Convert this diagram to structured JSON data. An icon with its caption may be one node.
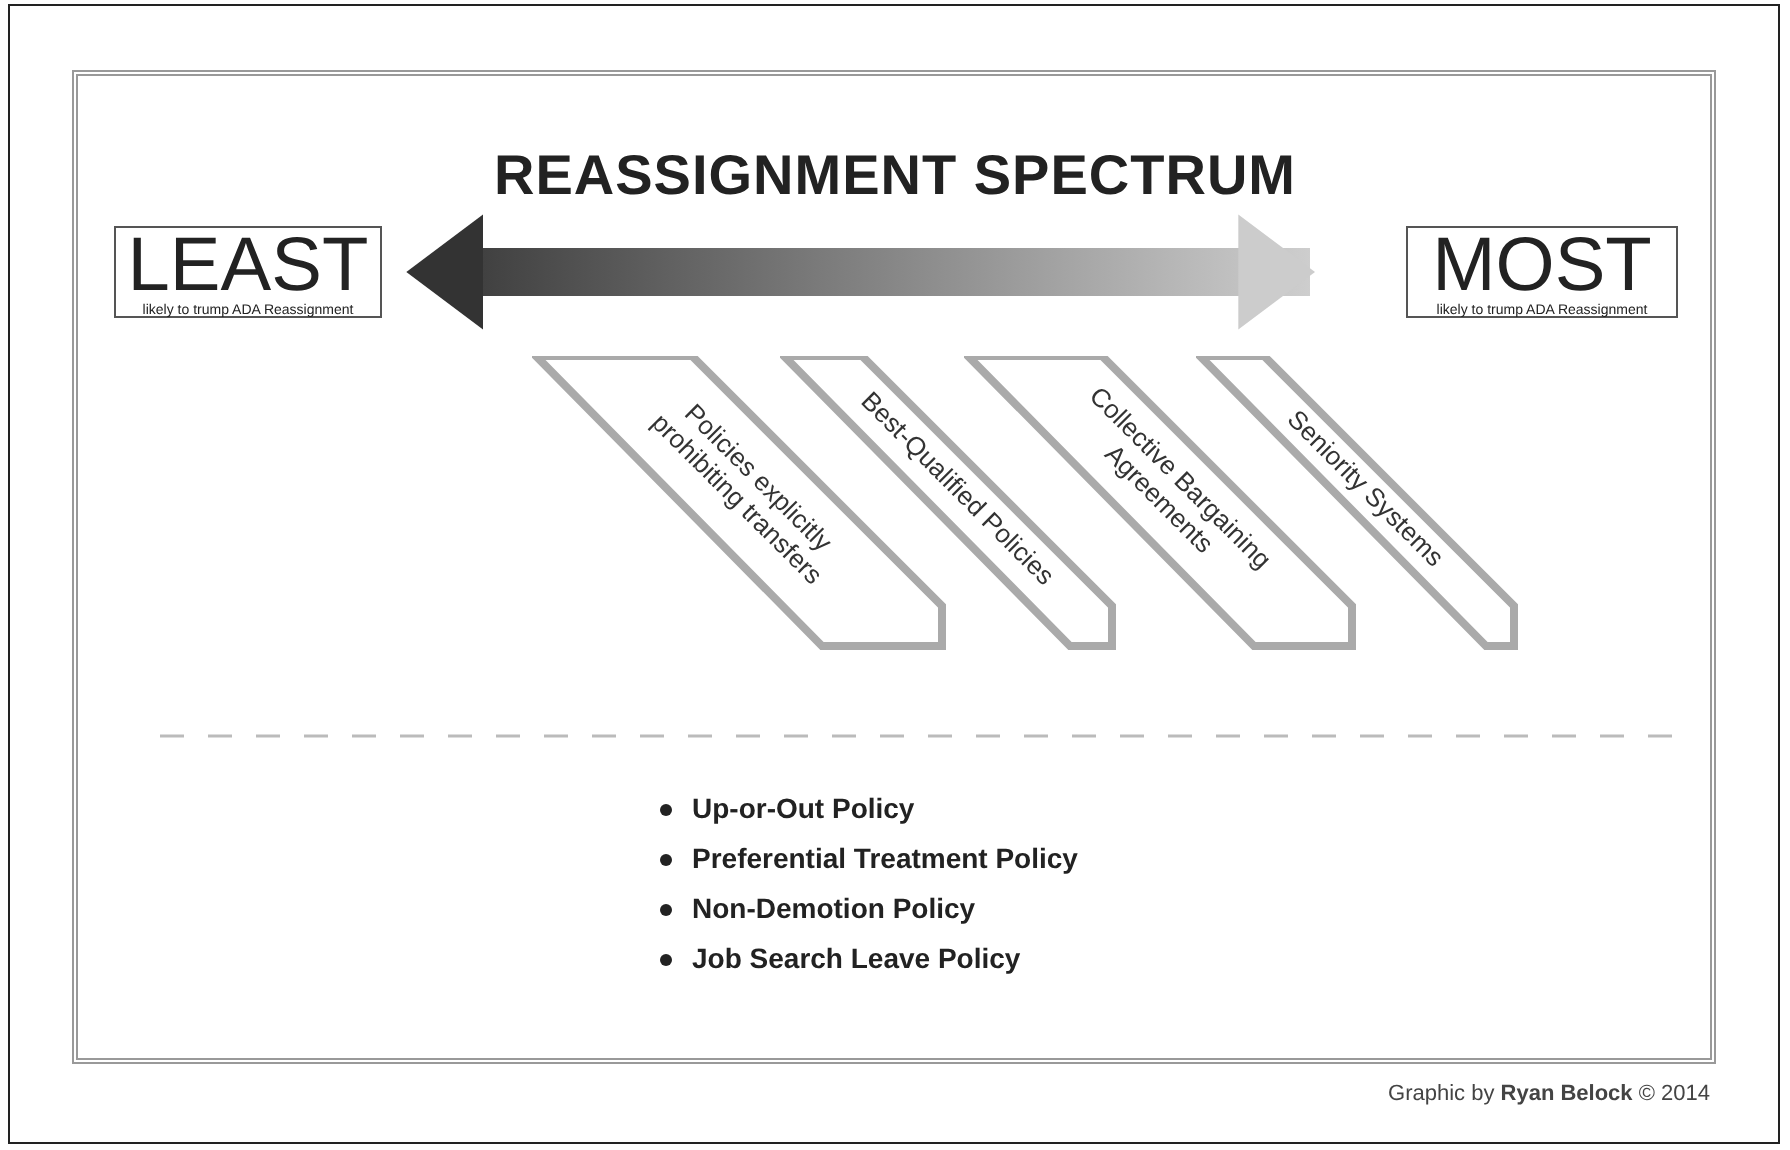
{
  "diagram": {
    "title": "REASSIGNMENT SPECTRUM",
    "nodes": [
      {
        "text": [
          "LEAST",
          "likely to trump ADA Reassignment"
        ]
      },
      {
        "text": [
          "MOST",
          "likely to trump ADA Reassignment"
        ]
      },
      {
        "text": [
          "Policies explicitly prohibiting transfers"
        ]
      },
      {
        "text": [
          "Best-Qualified Policies"
        ]
      },
      {
        "text": [
          "Collective Bargaining Agreements"
        ]
      },
      {
        "text": [
          "Seniority Systems"
        ]
      }
    ],
    "edges": [
      {
        "from": 0,
        "to": 1,
        "arrow": "both",
        "style": "thick"
      }
    ],
    "labels": [
      "Up-or-Out Policy",
      "Preferential Treatment Policy",
      "Non-Demotion Policy",
      "Job Search Leave Policy"
    ],
    "caption": "Graphic by **Ryan Belock** © 2014"
  }
}
